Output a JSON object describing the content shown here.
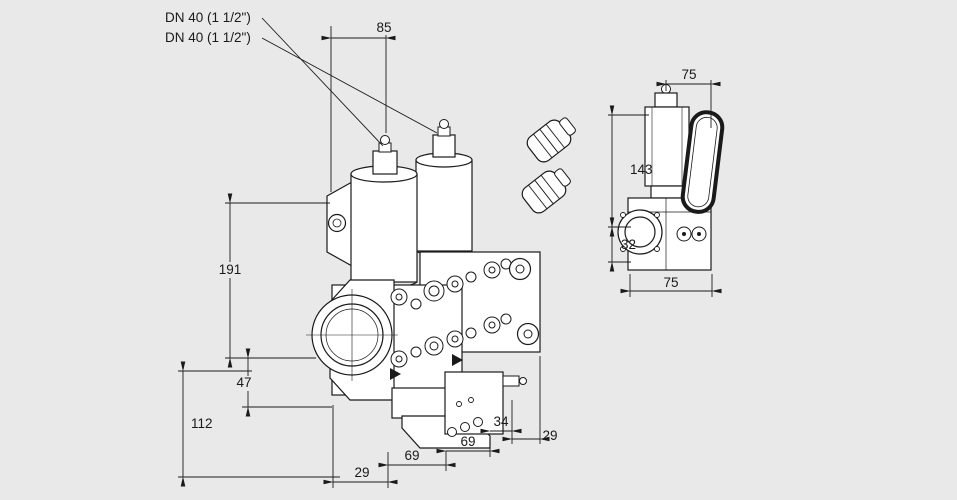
{
  "page": {
    "background": "#e9e9e9",
    "line_color": "#1a1a1a",
    "fill_color": "#ffffff"
  },
  "connection_labels": {
    "line1": "DN 40 (1 1/2\")",
    "line2": "DN 40 (1 1/2\")"
  },
  "front_view_dims": {
    "coil_offset": "85",
    "total_height": "191",
    "port_center_height": "47",
    "lower_height": "112",
    "left_offset": "29",
    "body1_width": "69",
    "body2_width": "69",
    "end_block_width": "34",
    "right_offset": "29"
  },
  "side_view_dims": {
    "top_width": "75",
    "body_height": "143",
    "port_offset": "32",
    "base_width": "75"
  }
}
